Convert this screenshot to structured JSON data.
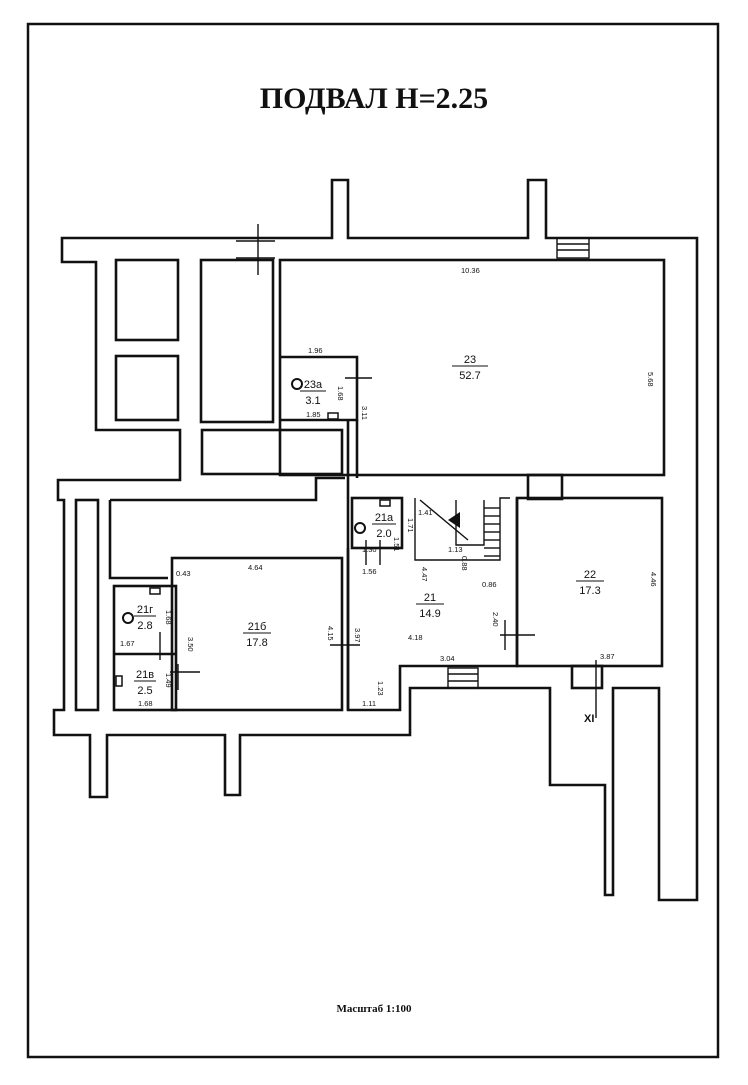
{
  "title": "ПОДВАЛ  Н=2.25",
  "scale_label": "Масштаб  1:100",
  "section_mark": "XI",
  "rooms": [
    {
      "id": "23",
      "area": "52.7"
    },
    {
      "id": "23а",
      "area": "3.1"
    },
    {
      "id": "21а",
      "area": "2.0"
    },
    {
      "id": "21",
      "area": "14.9"
    },
    {
      "id": "22",
      "area": "17.3"
    },
    {
      "id": "21б",
      "area": "17.8"
    },
    {
      "id": "21г",
      "area": "2.8"
    },
    {
      "id": "21в",
      "area": "2.5"
    }
  ],
  "dimensions": {
    "d1036": "10.36",
    "d568": "5.68",
    "d196": "1.96",
    "d168a": "1.68",
    "d185": "1.85",
    "d311": "3.11",
    "d141": "1.41",
    "d171": "1.71",
    "d151": "1.51",
    "d130": "1.30",
    "d113": "1.13",
    "d088": "0.88",
    "d086": "0.86",
    "d156": "1.56",
    "d447": "4.47",
    "d446": "4.46",
    "d043": "0.43",
    "d464": "4.64",
    "d168b": "1.68",
    "d167": "1.67",
    "d350": "3.50",
    "d415": "4.15",
    "d397": "3.97",
    "d418": "4.18",
    "d240": "2.40",
    "d304": "3.04",
    "d387": "3.87",
    "d149": "1.49",
    "d168c": "1.68",
    "d123": "1.23",
    "d111": "1.11"
  }
}
